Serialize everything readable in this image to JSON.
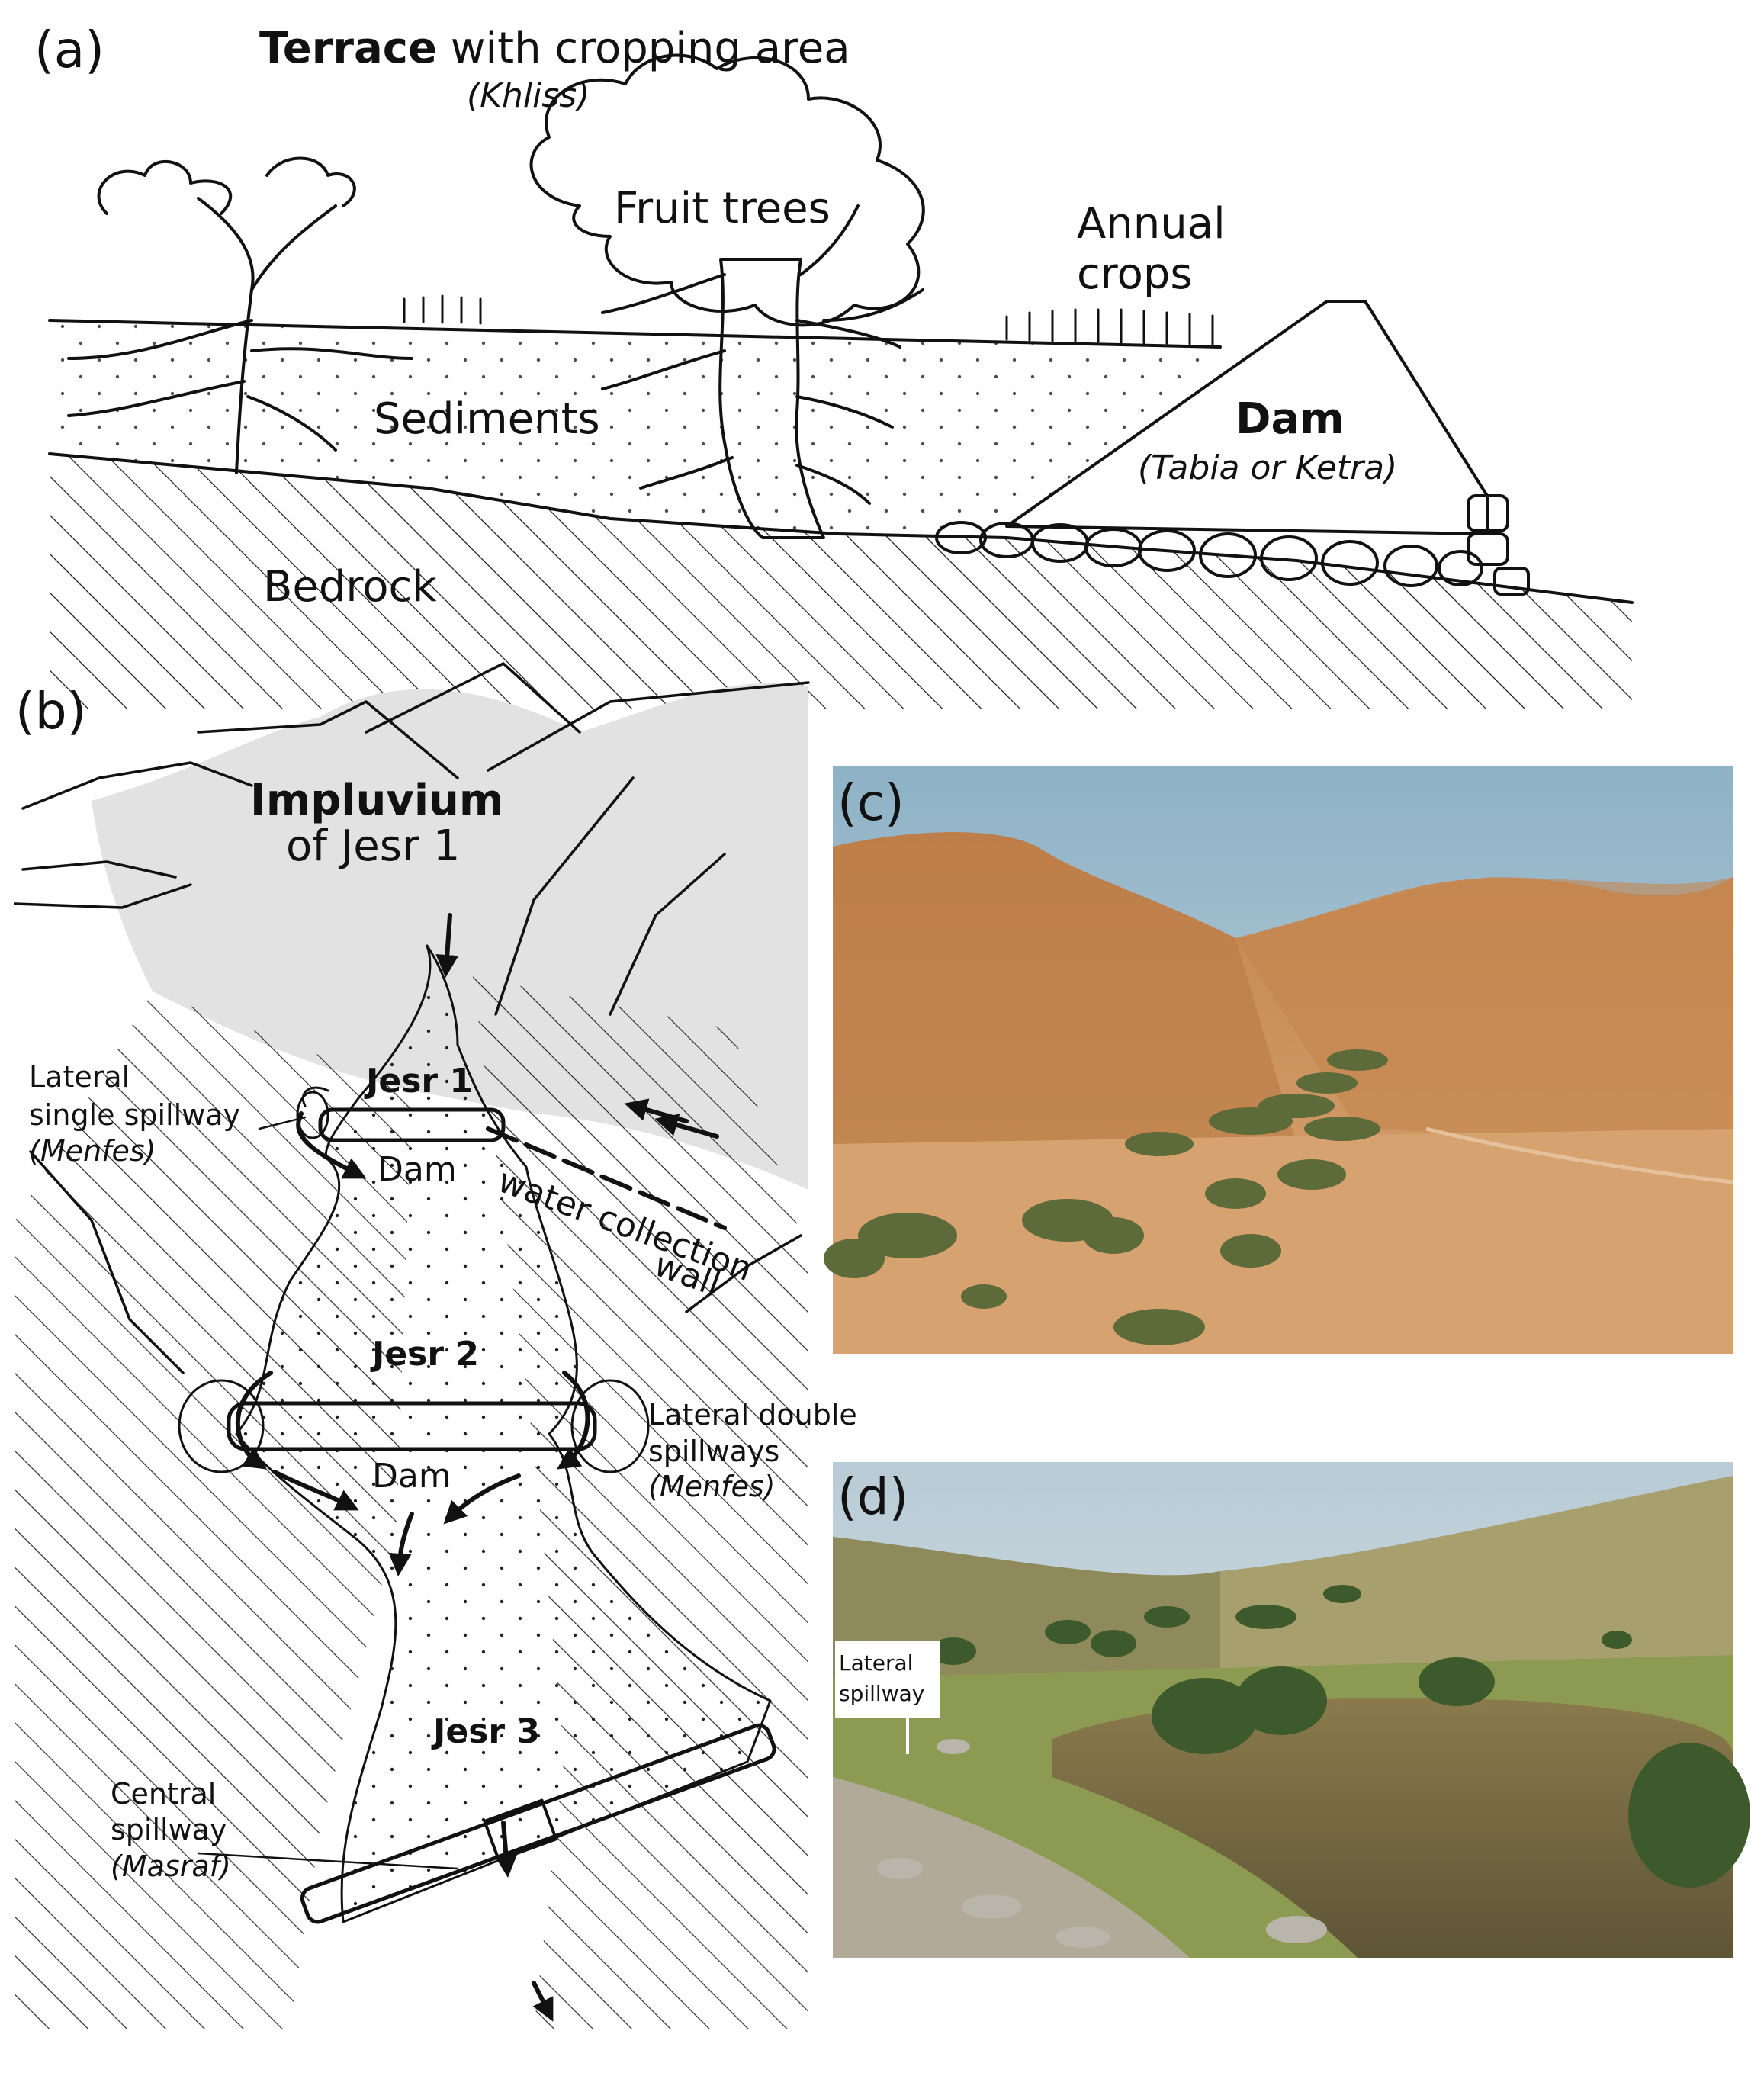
{
  "panels": {
    "a": {
      "label": "(a)",
      "terrace_bold": "Terrace",
      "terrace_rest": " with cropping area",
      "khliss": "(Khliss)",
      "fruit_trees": "Fruit trees",
      "annual_1": "Annual",
      "annual_2": "crops",
      "sediments": "Sediments",
      "dam": "Dam",
      "dam_names": "(Tabia or Ketra)",
      "bedrock": "Bedrock"
    },
    "b": {
      "label": "(b)",
      "impluvium": "Impluvium",
      "of_jesr": "of Jesr 1",
      "jesr1": "Jesr 1",
      "jesr2": "Jesr 2",
      "jesr3": "Jesr 3",
      "dam1": "Dam",
      "dam2": "Dam",
      "lateral_single_1": "Lateral",
      "lateral_single_2": "single spillway",
      "menfes_1": "(Menfes)",
      "water_1": "water collection",
      "water_2": "wall",
      "lateral_double_1": "Lateral double",
      "lateral_double_2": "spillways",
      "menfes_2": "(Menfes)",
      "central_1": "Central",
      "central_2": "spillway",
      "masraf": "(Masraf)"
    },
    "c": {
      "label": "(c)"
    },
    "d": {
      "label": "(d)",
      "lateral_1": "Lateral",
      "lateral_2": "spillway"
    }
  },
  "colors": {
    "ink": "#111111",
    "impluvium_gray": "#e2e2e2",
    "sky_c": "#a9c3d1",
    "hill_c": "#c98a52",
    "sky_d": "#c9d7df",
    "hill_d": "#9a9a6a",
    "pond": "#7a6a42"
  }
}
